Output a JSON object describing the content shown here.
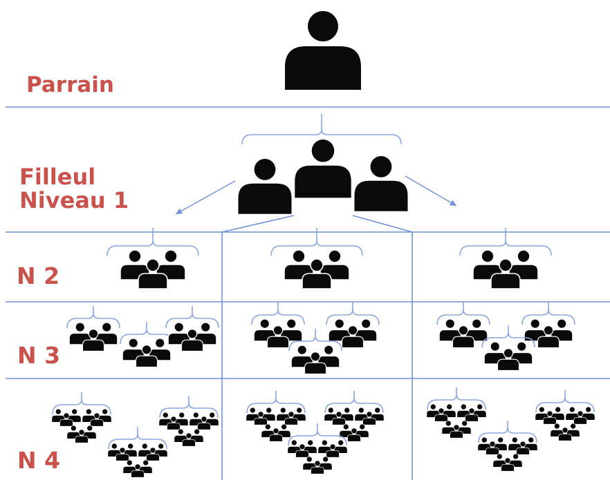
{
  "labels": {
    "sponsor": "Parrain",
    "level1_line1": "Filleul",
    "level1_line2": "Niveau 1",
    "level2": "N 2",
    "level3": "N 3",
    "level4": "N 4"
  },
  "colors": {
    "label": "#c9524c",
    "grid_line": "#6f8fd6",
    "bracket": "#8aa6df",
    "person": "#0a0a0a"
  },
  "icons": {
    "person": "person-icon",
    "group": "person-group-icon",
    "arrow": "arrow-head-icon"
  }
}
